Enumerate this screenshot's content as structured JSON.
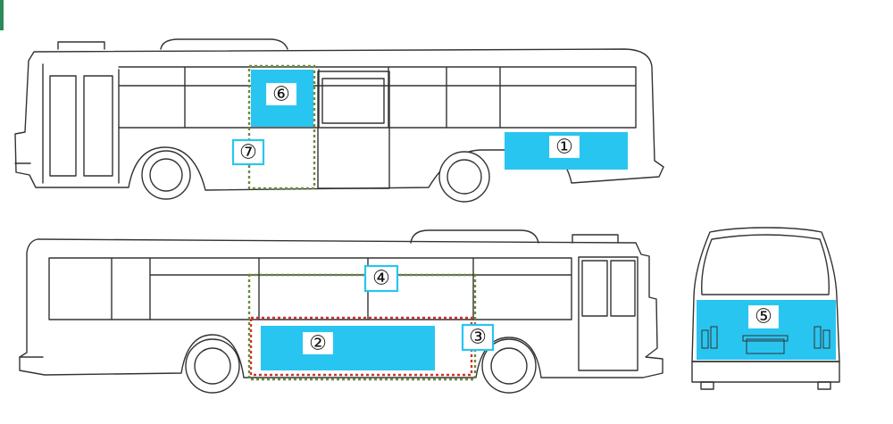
{
  "colors": {
    "ad_area": "#29c5f1",
    "line": "#333333",
    "dash_green": "#6b8a3a",
    "dash_red": "#d0322a",
    "corner_accent": "#2e8b57",
    "label_border": "#29c5f1"
  },
  "labels": {
    "area1": "①",
    "area2": "②",
    "area3": "③",
    "area4": "④",
    "area5": "⑤",
    "area6": "⑥",
    "area7": "⑦"
  }
}
